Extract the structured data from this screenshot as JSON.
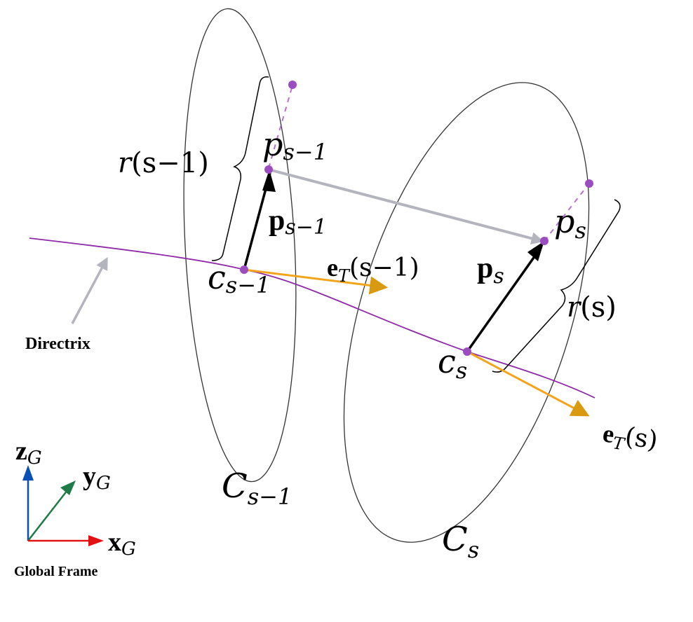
{
  "colors": {
    "directrix": "#8e2aa8",
    "points": "#9b4dbf",
    "tangent": "#f2a51c",
    "connector": "#b4b4be",
    "position_vector": "#000000",
    "axis_x": "#e31212",
    "axis_y": "#1e7a46",
    "axis_z": "#0a4fb5",
    "ellipse": "#333333"
  },
  "labels": {
    "directrix": "Directrix",
    "global_frame": "Global Frame",
    "r_prev": {
      "a": "r",
      "b": "(s",
      "c": "−1)"
    },
    "r_curr": {
      "a": "r",
      "b": "(s)"
    },
    "p_prev_point": {
      "base": "p",
      "sub": "s−1"
    },
    "p_curr_point": {
      "base": "p",
      "sub": "s"
    },
    "p_prev_vec": {
      "base": "p",
      "sub": "s−1"
    },
    "p_curr_vec": {
      "base": "p",
      "sub": "s"
    },
    "c_prev": {
      "base": "c",
      "sub": "s−1"
    },
    "c_curr": {
      "base": "c",
      "sub": "s"
    },
    "e_prev": {
      "base": "e",
      "sub": "T",
      "arg": "(s−1)"
    },
    "e_curr": {
      "base": "e",
      "sub": "T",
      "arg": "(s)"
    },
    "C_prev": {
      "base": "C",
      "sub": "s−1"
    },
    "C_curr": {
      "base": "C",
      "sub": "s"
    },
    "axis_x": {
      "base": "x",
      "sub": "G"
    },
    "axis_y": {
      "base": "y",
      "sub": "G"
    },
    "axis_z": {
      "base": "z",
      "sub": "G"
    }
  }
}
